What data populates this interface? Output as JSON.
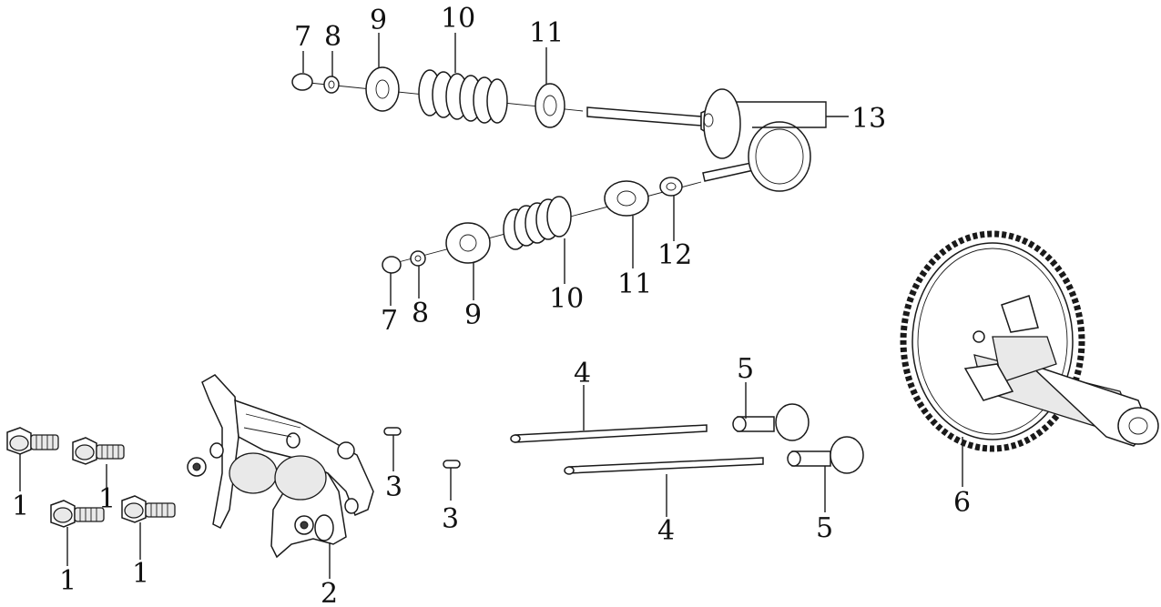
{
  "diagram": {
    "labels": {
      "l1a": "1",
      "l1b": "1",
      "l1c": "1",
      "l1d": "1",
      "l2": "2",
      "l3a": "3",
      "l3b": "3",
      "l4a": "4",
      "l4b": "4",
      "l5a": "5",
      "l5b": "5",
      "l6": "6",
      "l7a": "7",
      "l7b": "7",
      "l8a": "8",
      "l8b": "8",
      "l9a": "9",
      "l9b": "9",
      "l10a": "10",
      "l10b": "10",
      "l11a": "11",
      "l11b": "11",
      "l12": "12",
      "l13": "13"
    },
    "colors": {
      "line": "#1a1a1a",
      "background": "#ffffff"
    }
  }
}
